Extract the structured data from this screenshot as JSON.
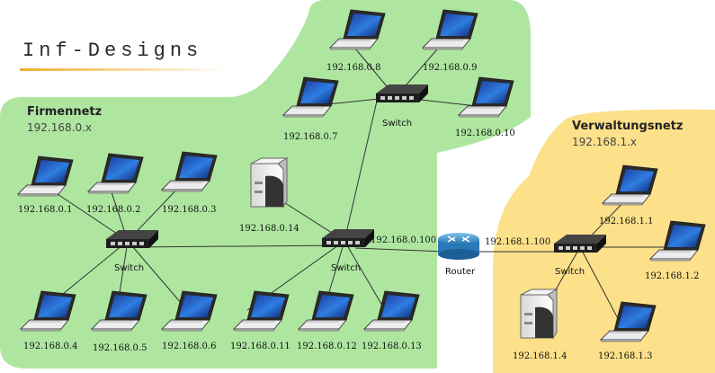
{
  "brand": {
    "title": "Inf-Designs"
  },
  "zones": {
    "firmennetz": {
      "name": "Firmennetz",
      "subnet": "192.168.0.x"
    },
    "verwaltungsnetz": {
      "name": "Verwaltungsnetz",
      "subnet": "192.168.1.x"
    }
  },
  "switch_label": "Switch",
  "router_label": "Router",
  "router_ips": {
    "left": "192.168.0.100",
    "right": "192.168.1.100"
  },
  "devices": {
    "d0_1": "192.168.0.1",
    "d0_2": "192.168.0.2",
    "d0_3": "192.168.0.3",
    "d0_4": "192.168.0.4",
    "d0_5": "192.168.0.5",
    "d0_6": "192.168.0.6",
    "d0_7": "192.168.0.7",
    "d0_8": "192.168.0.8",
    "d0_9": "192.168.0.9",
    "d0_10": "192.168.0.10",
    "d0_11": "192.168.0.11",
    "d0_12": "192.168.0.12",
    "d0_13": "192.168.0.13",
    "d0_14": "192.168.0.14",
    "d1_1": "192.168.1.1",
    "d1_2": "192.168.1.2",
    "d1_3": "192.168.1.3",
    "d1_4": "192.168.1.4"
  },
  "colors": {
    "firmennetz_bg": "#aee6a0",
    "verwaltungsnetz_bg": "#fde08a",
    "router": "#3a8cc6"
  }
}
